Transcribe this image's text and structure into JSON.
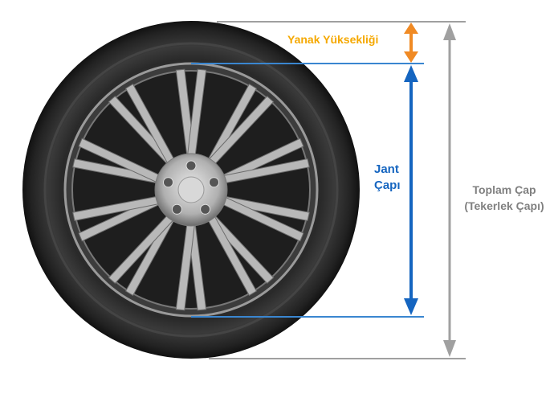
{
  "labels": {
    "sidewall_height": "Yanak Yüksekliği",
    "rim_diameter_line1": "Jant",
    "rim_diameter_line2": "Çapı",
    "overall_diameter_line1": "Toplam Çap",
    "overall_diameter_line2": "(Tekerlek Çapı)"
  },
  "colors": {
    "sidewall": "#f08a24",
    "rim": "#1565c0",
    "overall": "#a0a0a0"
  },
  "wheel": {
    "spoke_count": 10,
    "lug_nut_count": 5
  }
}
